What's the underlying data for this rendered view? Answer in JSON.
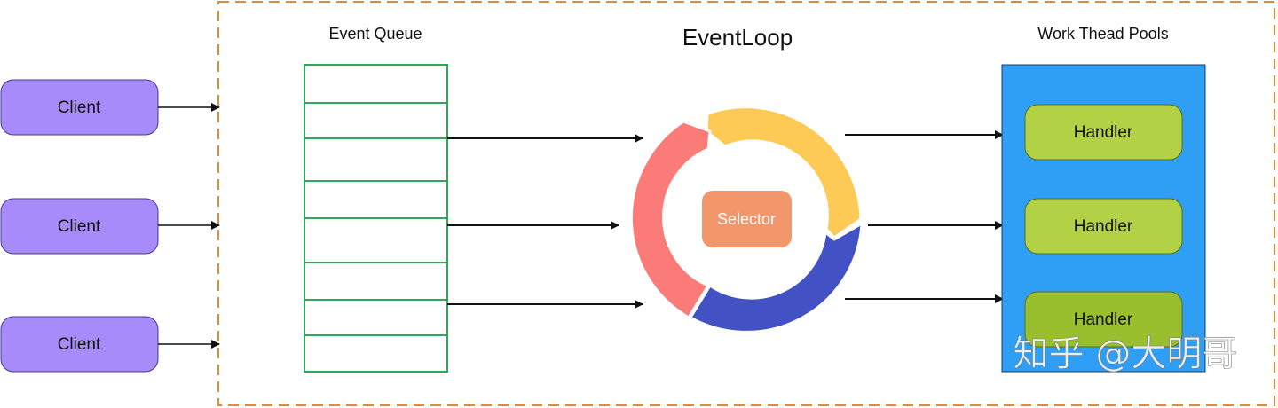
{
  "clients": [
    "Client",
    "Client",
    "Client"
  ],
  "event_queue": {
    "title": "Event Queue",
    "slot_count": 8
  },
  "event_loop": {
    "title": "EventLoop",
    "center_label": "Selector"
  },
  "work_thread_pool": {
    "title": "Work Thead Pools",
    "handlers": [
      "Handler",
      "Handler",
      "Handler"
    ]
  },
  "watermark": "知乎 @大明哥",
  "colors": {
    "client_fill": "#a78bfa",
    "queue_stroke": "#2daa59",
    "ring_yellow": "#fdcb55",
    "ring_blue": "#4252c4",
    "ring_red": "#fb7b78",
    "selector_fill": "#f2966b",
    "pool_fill": "#2e9ff5",
    "handler_fill": "#b3d145",
    "handler_fill_active": "#99bf2e",
    "boundary": "#e08a3c",
    "arrow": "#111111"
  }
}
